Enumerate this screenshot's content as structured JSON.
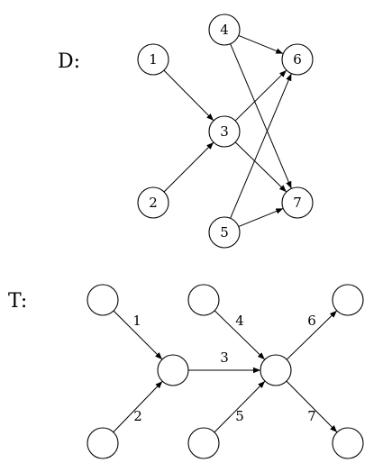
{
  "graph_d": {
    "name": "D:",
    "nodes": [
      {
        "id": "1",
        "label": "1"
      },
      {
        "id": "2",
        "label": "2"
      },
      {
        "id": "3",
        "label": "3"
      },
      {
        "id": "4",
        "label": "4"
      },
      {
        "id": "5",
        "label": "5"
      },
      {
        "id": "6",
        "label": "6"
      },
      {
        "id": "7",
        "label": "7"
      }
    ],
    "edges": [
      {
        "from": "1",
        "to": "3"
      },
      {
        "from": "2",
        "to": "3"
      },
      {
        "from": "3",
        "to": "6"
      },
      {
        "from": "3",
        "to": "7"
      },
      {
        "from": "4",
        "to": "6"
      },
      {
        "from": "4",
        "to": "7"
      },
      {
        "from": "5",
        "to": "6"
      },
      {
        "from": "5",
        "to": "7"
      }
    ]
  },
  "graph_t": {
    "name": "T:",
    "nodes": [
      {
        "id": "a"
      },
      {
        "id": "b"
      },
      {
        "id": "c"
      },
      {
        "id": "d"
      },
      {
        "id": "e"
      },
      {
        "id": "f"
      },
      {
        "id": "g"
      },
      {
        "id": "h"
      }
    ],
    "edges": [
      {
        "from": "a",
        "to": "c",
        "label": "1"
      },
      {
        "from": "b",
        "to": "c",
        "label": "2"
      },
      {
        "from": "c",
        "to": "f",
        "label": "3"
      },
      {
        "from": "d",
        "to": "f",
        "label": "4"
      },
      {
        "from": "e",
        "to": "f",
        "label": "5"
      },
      {
        "from": "f",
        "to": "g",
        "label": "6"
      },
      {
        "from": "f",
        "to": "h",
        "label": "7"
      }
    ]
  }
}
